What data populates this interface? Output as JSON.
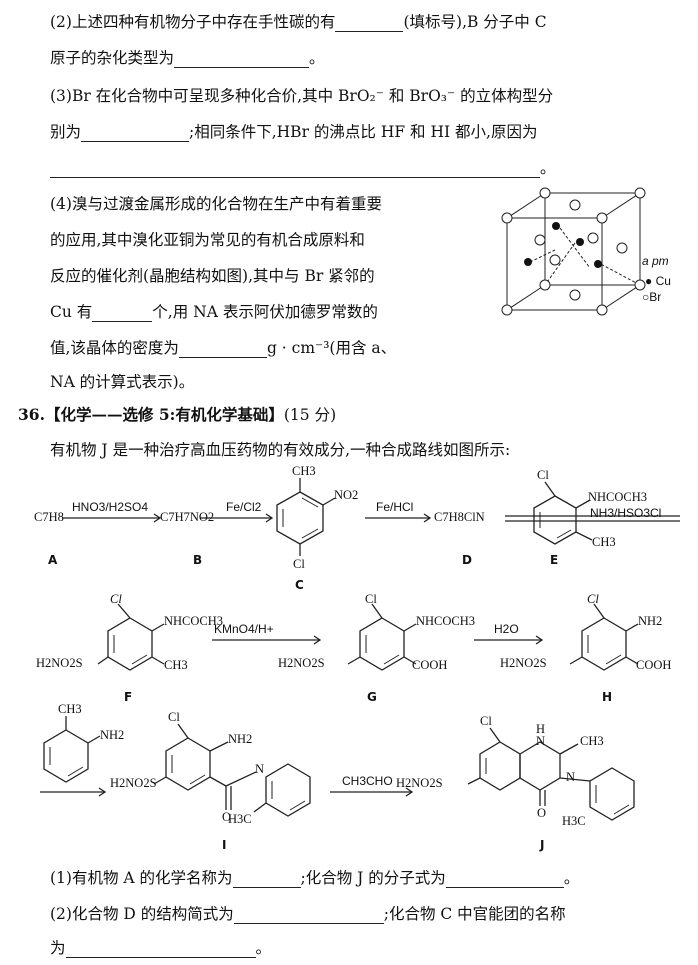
{
  "q2": {
    "a": "(2)上述四种有机物分子中存在手性碳的有",
    "b": "(填标号),B 分子中 C",
    "c": "原子的杂化类型为",
    "d": "。"
  },
  "q3": {
    "a": "(3)Br 在化合物中可呈现多种化合价,其中 BrO₂⁻ 和 BrO₃⁻ 的立体构型分",
    "b": "别为",
    "c": ";相同条件下,HBr 的沸点比 HF 和 HI 都小,原因为",
    "d": "。"
  },
  "q4": {
    "l1": "(4)溴与过渡金属形成的化合物在生产中有着重要",
    "l2": "的应用,其中溴化亚铜为常见的有机合成原料和",
    "l3": "反应的催化剂(晶胞结构如图),其中与 Br 紧邻的",
    "l4a": "Cu 有",
    "l4b": "个,用 NA 表示阿伏加德罗常数的",
    "l5a": "值,该晶体的密度为",
    "l5b": "g · cm⁻³(用含 a、",
    "l6": "NA 的计算式表示)。",
    "legend_a": "a pm",
    "legend_cu": "● Cu",
    "legend_br": "○Br"
  },
  "section": {
    "title": "36.【化学——选修 5:有机化学基础】",
    "points": "(15 分)"
  },
  "intro": "有机物 J 是一种治疗高血压药物的有效成分,一种合成路线如图所示:",
  "scheme": {
    "A_formula": "C7H8",
    "A": "A",
    "r1": "HNO3/H2SO4",
    "B_formula": "C7H7NO2",
    "B": "B",
    "r2": "Fe/Cl2",
    "C": "C",
    "r3": "Fe/HCl",
    "D_formula": "C7H8ClN",
    "D": "D",
    "r4": "NH3/HSO3Cl",
    "E": "E",
    "F": "F",
    "r5": "KMnO4/H+",
    "G": "G",
    "r6": "H2O",
    "H": "H",
    "I": "I",
    "r7": "CH3CHO",
    "J": "J"
  },
  "atoms": {
    "ch3": "CH3",
    "no2": "NO2",
    "cl": "Cl",
    "nhcoch3": "NHCOCH3",
    "so2nh2": "H2NO2S",
    "cooh": "COOH",
    "nh2": "NH2",
    "h3c": "H3C",
    "nh": "N",
    "h": "H",
    "o": "O",
    "n": "N"
  },
  "a1": {
    "a": "(1)有机物 A 的化学名称为",
    "b": ";化合物 J 的分子式为",
    "c": "。"
  },
  "a2": {
    "a": "(2)化合物 D 的结构简式为",
    "b": ";化合物 C 中官能团的名称",
    "c": "为",
    "d": "。"
  }
}
